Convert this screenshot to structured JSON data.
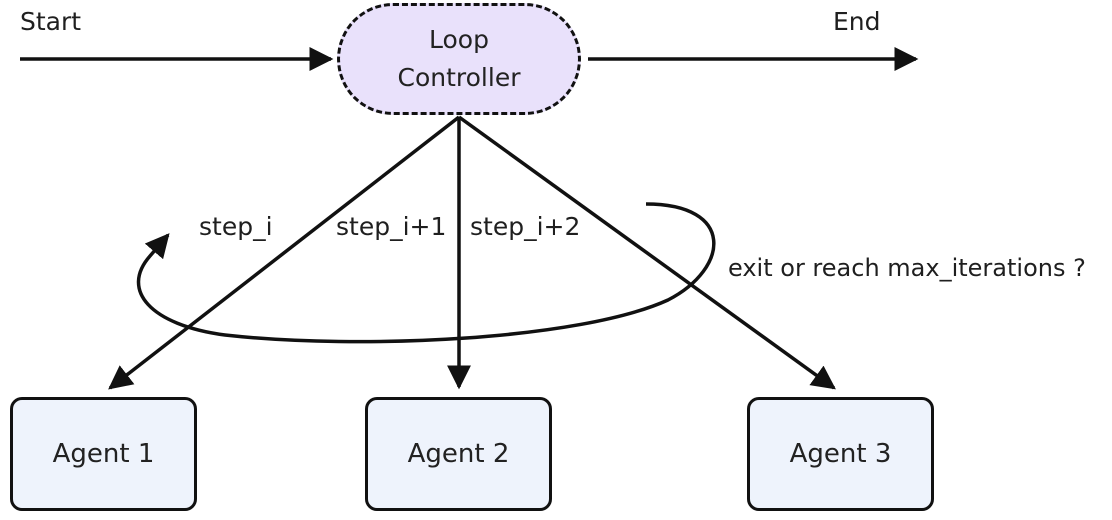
{
  "flow": {
    "start_label": "Start",
    "end_label": "End"
  },
  "controller": {
    "line1": "Loop",
    "line2": "Controller",
    "fill_color": "#e9e1fb",
    "border_style": "dashed"
  },
  "edges": {
    "step_1": "step_i",
    "step_2": "step_i+1",
    "step_3": "step_i+2"
  },
  "loop": {
    "condition": "exit or reach max_iterations ?"
  },
  "agents": [
    {
      "label": "Agent 1"
    },
    {
      "label": "Agent 2"
    },
    {
      "label": "Agent 3"
    }
  ],
  "colors": {
    "stroke": "#111111",
    "agent_fill": "#eef3fc",
    "text": "#1f1f1f"
  }
}
